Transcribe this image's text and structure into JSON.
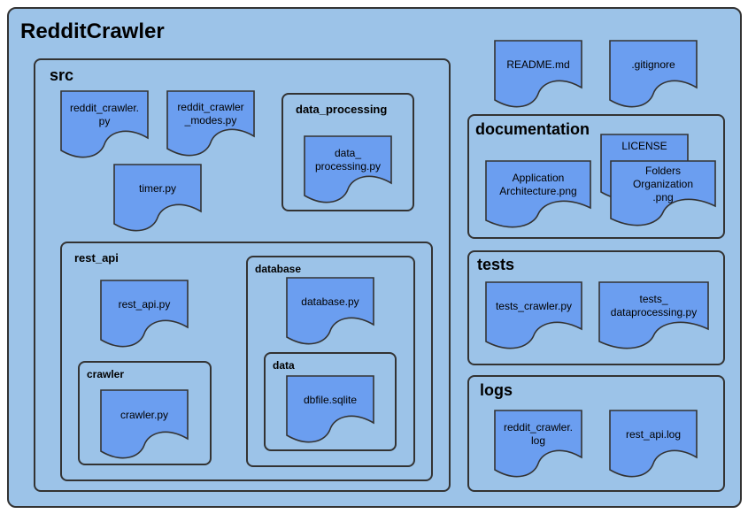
{
  "root": {
    "title": "RedditCrawler"
  },
  "src": {
    "title": "src",
    "files": [
      "reddit_crawler.\npy",
      "reddit_crawler\n_modes.py",
      "timer.py"
    ],
    "data_processing": {
      "title": "data_processing",
      "file": "data_\nprocessing.py"
    },
    "rest_api": {
      "title": "rest_api",
      "file": "rest_api.py",
      "crawler": {
        "title": "crawler",
        "file": "crawler.py"
      },
      "database": {
        "title": "database",
        "file": "database.py",
        "data": {
          "title": "data",
          "file": "dbfile.sqlite"
        }
      }
    }
  },
  "root_files": [
    "README.md",
    ".gitignore"
  ],
  "documentation": {
    "title": "documentation",
    "files": [
      "LICENSE",
      "Application\nArchitecture.png",
      "Folders\nOrganization\n.png"
    ]
  },
  "tests": {
    "title": "tests",
    "files": [
      "tests_crawler.py",
      "tests_\ndataprocessing.py"
    ]
  },
  "logs": {
    "title": "logs",
    "files": [
      "reddit_crawler.\nlog",
      "rest_api.log"
    ]
  },
  "colors": {
    "container": "#9cc3e8",
    "document": "#6b9ef0",
    "stroke": "#333333"
  }
}
